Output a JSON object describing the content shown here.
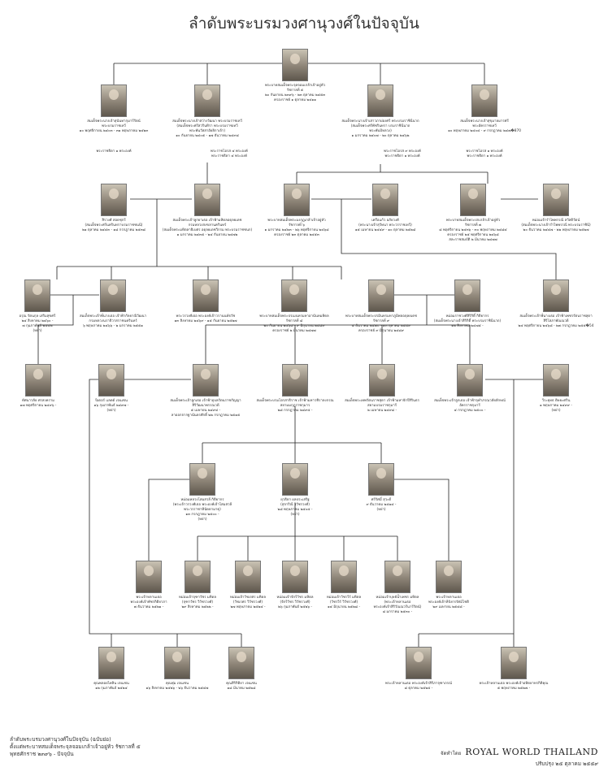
{
  "title": "ลำดับพระบรมวงศานุวงศ์ในปัจจุบัน",
  "people": {
    "rama5": "พระบาทสมเด็จพระจุลจอมเกล้าเจ้าอยู่หัว\nรัชกาลที่ ๕\n๒๐ กันยายน ๒๓๙๖ - ๒๓ ตุลาคม ๒๔๕๓\nครองราชย์ ๑ ตุลาคม ๒๔๑๑",
    "g1a": "สมเด็จพระนางเจ้าสุนันทากุมารีรัตน์\nพระบรมราชเทวี\n๑๐ พฤศจิกายน ๒๔๐๓ - ๓๑ พฤษภาคม ๒๔๒๓",
    "g1b": "สมเด็จพระนางเจ้าสว่างวัฒนา พระบรมราชเทวี\n(สมเด็จพระศรีสวรินทิรา พระบรมราชเทวี\nพระพันวัสสาอัยยิกาเจ้า)\n๑๐ กันยายน ๒๔๐๕ - ๑๗ ธันวาคม ๒๔๙๘",
    "g1c": "สมเด็จพระนางเจ้าเสาวภาผ่องศรี พระบรมราชินีนาถ\n(สมเด็จพระศรีพัชรินทรา บรมราชินีนาถ\nพระพันปีหลวง)\n๑ มกราคม ๒๔๐๗ - ๒๐ ตุลาคม ๒๔๖๒",
    "g1d": "สมเด็จพระนางเจ้าสุขุมาลมารศรี\nพระอัครราชเทวี\n๑๐ พฤษภาคม ๒๔๐๔ - ๙ กรกฎาคม ๒๔๗�870",
    "g2a": "สิรวงศ์ สอดชุกรี\n(สมเด็จพระศรีนครินทราบรมราชชนนี)\n๒๑ ตุลาคม ๒๔๔๓ - ๑๘ กรกฎาคม ๒๕๓๘",
    "g2b": "สมเด็จพระเจ้าลูกยาเธอ เจ้าฟ้ามหิดลอดุลยเดช\nกรมหลวงสงขลานครินทร์\n(สมเด็จพระมหิตลาธิเบศร อดุลยเดชวิกรม พระบรมราชชนก)\n๑ มกราคม ๒๔๓๕ - ๒๔ กันยายน ๒๔๗๒",
    "g2c": "พระบาทสมเด็จพระมงกุฎเกล้าเจ้าอยู่หัว\nรัชกาลที่ ๖\n๑ มกราคม ๒๔๒๓ - ๒๖ พฤศจิกายน ๒๔๖๘\nครองราชย์ ๒๓ ตุลาคม ๒๔๕๓",
    "g2d": "เครือแก้ว อภัยวงศ์\n(พระนางเจ้าสุวัทนา พระวรราชเทวี)\n๑๕ เมษายน ๒๔๔๙ - ๑๐ ตุลาคม ๒๕๒๘",
    "g2e": "พระบาทสมเด็จพระปกเกล้าเจ้าอยู่หัว\nรัชกาลที่ ๗\n๘ พฤศจิกายน ๒๔๓๖ - ๓๐ พฤษภาคม ๒๔๘๔\nครองราชย์ ๒๕ พฤศจิกายน ๒๔๖๘\nสละราชสมบัติ ๒ มีนาคม ๒๔๗๗",
    "g2f": "หม่อมเจ้ารำไพพรรณี สวัสดิวัตน์\n(สมเด็จพระนางเจ้ารำไพพรรณี พระบรมราชินี)\n๒๐ ธันวาคม ๒๔๔๗ - ๒๒ พฤษภาคม ๒๕๒๗",
    "g3a": "อรุณ รัตนกุล เสริมสุขศรี\n๒๔ สิงหาคม ๒๔๖๐ -\n๗ กุมภาพันธ์ ๒๕๔๒\n(หย่า)",
    "g3b": "สมเด็จพระเจ้าพี่นางเธอ เจ้าฟ้ากัลยาณิวัฒนา\nกรมหลวงนราธิวาสราชนครินทร์\n๖ พฤษภาคม ๒๔๖๖ - ๒ มกราคม ๒๕๕๑",
    "g3c": "พระวรวงศ์เธอ พระองค์เจ้าวรานนท์ธวัช\n๑๓ สิงหาคม ๒๔๖๙ - ๑๕ กันยายน ๒๕๒๗",
    "g3d": "พระบาทสมเด็จพระปรเมนทรมหาอานันทมหิดล\nรัชกาลที่ ๘\n๒๐ กันยายน ๒๔๖๘ - ๙ มิถุนายน ๒๔๘๙\nครองราชย์ ๒ มีนาคม ๒๔๗๗",
    "g3e": "พระบาทสมเด็จพระปรมินทรมหาภูมิพลอดุลยเดช\nรัชกาลที่ ๙\n๕ ธันวาคม ๒๔๗๐ - ๑๓ ตุลาคม ๒๕๕๙\nครองราชย์ ๙ มิถุนายน ๒๔๘๙",
    "g3f": "หม่อมราชวงศ์สิริกิติ์ กิติยากร\n(สมเด็จพระนางเจ้าสิริกิติ์ พระบรมราชินีนาถ)\n๑๒ สิงหาคม ๒๔๗๕ -",
    "g3g": "สมเด็จพระเจ้าพี่นางเธอ เจ้าฟ้าเพชรรัตนราชสุดา\nสิริโสภาพัณณวดี\n๒๔ พฤศจิกายน ๒๔๖๘ - ๒๗ กรกฎาคม ๒๕๕�54",
    "g4a": "ทัศนาวลัย ศรสงคราม\n๑๗ พฤศจิกายน ๒๔๙๖ -",
    "g4b": "ปีเตอร์ แลดด์ เจนเซน\n๑๖ กุมภาพันธ์ ๒๔๙๗ -\n(หย่า)",
    "g4c": "สมเด็จพระเจ้าลูกเธอ เจ้าฟ้าอุบลรัตนราชกัญญา\nสิริวัฒนาพรรณวดี\n๕ เมษายน ๒๔๙๔ -\nลาออกจากฐานันดรศักดิ์ ๒๒ กรกฎาคม ๒๕๑๕",
    "g4d": "สมเด็จพระบรมโอรสาธิราช เจ้าฟ้ามหาวชิราลงกรณ\nสยามมกุฎราชกุมาร\n๒๘ กรกฎาคม ๒๔๙๕ -",
    "g4e": "สมเด็จพระเทพรัตนราชสุดา เจ้าฟ้ามหาจักรีสิรินธร\nสยามบรมราชกุมารี\n๒ เมษายน ๒๔๙๘ -",
    "g4f": "สมเด็จพระเจ้าลูกเธอ เจ้าฟ้าจุฬาภรณวลัยลักษณ์\nอัครราชกุมารี\n๔ กรกฎาคม ๒๕๐๐ -",
    "g4g": "วีระยุทธ ดิษยะศริน\n๑ พฤษภาคม ๒๔๙๙ -\n(หย่า)",
    "g5a": "หม่อมหลวงโสมสวลี กิติยากร\n(พระเจ้าวรวงศ์เธอ พระองค์เจ้าโสมสวลี\nพระวรราชาทินัดดามาตุ)\n๑๓ กรกฎาคม ๒๕๐๐ -\n(หย่า)",
    "g5b": "ยุวธิดา ผลประเสริฐ\n(สุจาริณี วิวัชรวงศ์)\n๒๘ พฤษภาคม ๒๕๐๕ -\n(หย่า)",
    "g5c": "ศรีรัศมิ์ สุวะดี\n๙ ธันวาคม ๒๕๑๔ -\n(หย่า)",
    "g6a": "พระเจ้าหลานเธอ\nพระองค์เจ้าพัชรกิติยาภา\n๗ ธันวาคม ๒๕๒๑ -",
    "g6b": "หม่อมเจ้าจุฑาวัชร มหิดล\n(จุฑาวัชร วิวัชรวงศ์)\n๒๙ สิงหาคม ๒๕๒๒ -",
    "g6c": "หม่อมเจ้าวัชเรศร มหิดล\n(วัชเรศร วิวัชรวงศ์)\n๒๗ พฤษภาคม ๒๕๒๔ -",
    "g6d": "หม่อมเจ้าจักรีวัชร มหิดล\n(จักรีวัชร วิวัชรวงศ์)\n๒๖ กุมภาพันธ์ ๒๕๒๖ -",
    "g6e": "หม่อมเจ้าวัชรวีร์ มหิดล\n(วัชรวีร์ วิวัชรวงศ์)\n๑๔ มิถุนายน ๒๕๒๘ -",
    "g6f": "หม่อมเจ้าบุษย์น้ำเพชร มหิดล\n(พระเจ้าหลานเธอ\nพระองค์เจ้าสิริวัณณวรีนารีรัตน์)\n๘ มกราคม ๒๕๓๐ -",
    "g6g": "พระเจ้าหลานเธอ\nพระองค์เจ้าทีปังกรรัศมีโชติ\n๒๙ เมษายน ๒๕๔๘ -",
    "g7a": "คุณพลอยไพลิน เจนเซน\n๑๒ กุมภาพันธ์ ๒๕๒๔",
    "g7b": "คุณพุ่ม เจนเซน\n๑๖ สิงหาคม ๒๕๒๖ - ๒๖ ธันวาคม ๒๕๔๗",
    "g7c": "คุณสิริกิติยา เจนเซน\n๑๘ มีนาคม ๒๕๒๘",
    "g7d": "พระเจ้าหลานเธอ พระองค์เจ้าสิริภาจุฑาภรณ์\n๘ ตุลาคม ๒๕๒๕ -",
    "g7e": "พระเจ้าหลานเธอ พระองค์เจ้าอทิตยาทรกิติคุณ\n๕ พฤษภาคม ๒๕๒๗ -"
  },
  "child_notes": {
    "g1a": "พระราชธิดา ๑ พระองค์",
    "g1b": "พระราชโอรส ๔ พระองค์\nพระราชธิดา ๔ พระองค์",
    "g1c": "พระราชโอรส ๙ พระองค์\nพระราชธิดา ๑ พระองค์",
    "g1d": "พระราชโอรส ๑ พระองค์\nพระราชธิดา ๑ พระองค์"
  },
  "footer": {
    "line1": "ลำดับพระบรมวงศานุวงศ์ในปัจจุบัน (ฉบับย่อ)",
    "line2": "ตั้งแต่พระบาทสมเด็จพระจุลจอมเกล้าเจ้าอยู่หัว รัชกาลที่ ๕",
    "line3": "พุทธศักราช ๒๓๙๖ - ปัจจุบัน",
    "credit_prefix": "จัดทำโดย",
    "credit_brand": "ROYAL WORLD THAILAND",
    "updated": "ปรับปรุง ๒๕ ตุลาคม ๒๕๕๙"
  }
}
